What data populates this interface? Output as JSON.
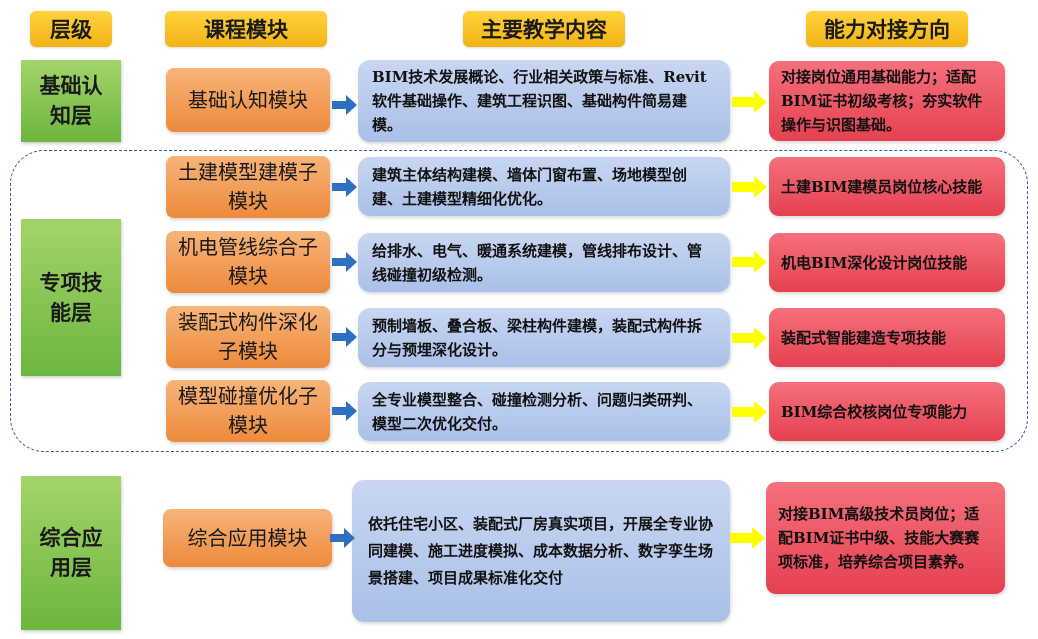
{
  "headers": {
    "layer": "层级",
    "module": "课程模块",
    "content": "主要教学内容",
    "ability": "能力对接方向"
  },
  "layers": {
    "basic": "基础认知层",
    "special": "专项技能层",
    "integrated": "综合应用层"
  },
  "rows": [
    {
      "module": "基础认知模块",
      "content": "BIM技术发展概论、行业相关政策与标准、Revit软件基础操作、建筑工程识图、基础构件简易建模。",
      "ability": "对接岗位通用基础能力；适配BIM证书初级考核；夯实软件操作与识图基础。"
    },
    {
      "module": "土建模型建模子模块",
      "content": "建筑主体结构建模、墙体门窗布置、场地模型创建、土建模型精细化优化。",
      "ability": "土建BIM建模员岗位核心技能"
    },
    {
      "module": "机电管线综合子模块",
      "content": "给排水、电气、暖通系统建模，管线排布设计、管线碰撞初级检测。",
      "ability": "机电BIM深化设计岗位技能"
    },
    {
      "module": "装配式构件深化子模块",
      "content": "预制墙板、叠合板、梁柱构件建模，装配式构件拆分与预埋深化设计。",
      "ability": "装配式智能建造专项技能"
    },
    {
      "module": "模型碰撞优化子模块",
      "content": "全专业模型整合、碰撞检测分析、问题归类研判、模型二次优化交付。",
      "ability": "BIM综合校核岗位专项能力"
    },
    {
      "module": "综合应用模块",
      "content": "依托住宅小区、装配式厂房真实项目，开展全专业协同建模、施工进度模拟、成本数据分析、数字孪生场景搭建、项目成果标准化交付",
      "ability": "对接BIM高级技术员岗位；适配BIM证书中级、技能大赛赛项标准，培养综合项目素养。"
    }
  ],
  "colors": {
    "header": "#f3b316",
    "layer": "#6cb63f",
    "module": "#ed8a3c",
    "content": "#aac0e8",
    "ability": "#e5414f",
    "blue_arrow": "#2f6fc2",
    "yellow_arrow": "#ffff00",
    "dashed_border": "#3a5a9a"
  }
}
